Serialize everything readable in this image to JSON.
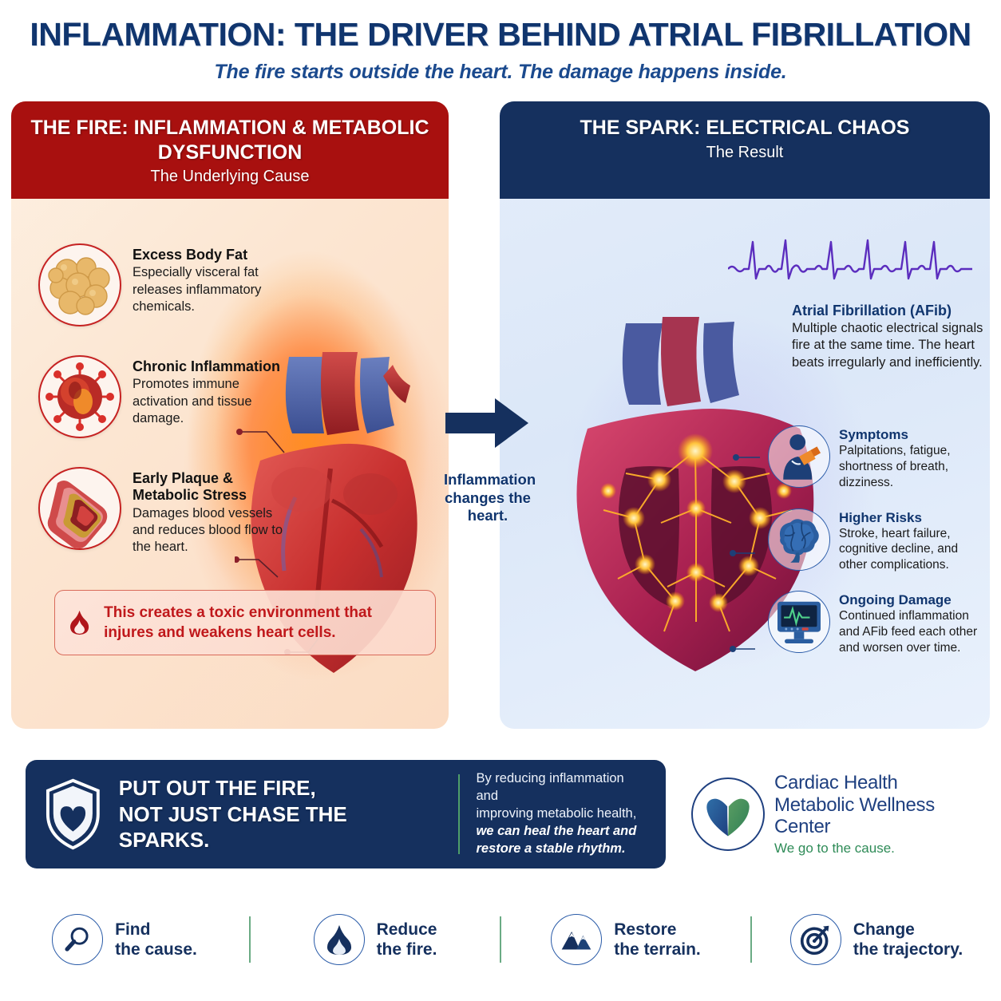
{
  "header": {
    "title": "INFLAMMATION: THE DRIVER BEHIND ATRIAL FIBRILLATION",
    "subtitle": "The fire starts outside the heart. The damage happens inside."
  },
  "colors": {
    "navy": "#15305e",
    "red": "#a8100f",
    "accent_red": "#c0181b",
    "green": "#2e8b57",
    "blue_logo": "#1f4080",
    "ecg_purple": "#5b2dbe"
  },
  "left_panel": {
    "head_title": "THE FIRE: INFLAMMATION & METABOLIC DYSFUNCTION",
    "head_subtitle": "The Underlying Cause",
    "bullets": [
      {
        "icon": "fat-cells-icon",
        "title": "Excess Body Fat",
        "body": "Especially visceral fat releases inflammatory chemicals."
      },
      {
        "icon": "inflamed-cell-icon",
        "title": "Chronic Inflammation",
        "body": "Promotes immune activation and tissue damage."
      },
      {
        "icon": "artery-plaque-icon",
        "title": "Early Plaque & Metabolic Stress",
        "body": "Damages blood vessels and reduces blood flow to the heart."
      }
    ],
    "callout": {
      "icon": "flame-icon",
      "text": "This creates a toxic environment that injures and weakens heart cells."
    },
    "art": "inflamed-heart-with-fire-glow"
  },
  "arrow": {
    "icon": "right-arrow-icon",
    "label": "Inflammation changes the heart."
  },
  "right_panel": {
    "head_title": "THE SPARK: ELECTRICAL CHAOS",
    "head_subtitle": "The Result",
    "ecg": {
      "icon": "ecg-waveform-icon",
      "label": "irregular afib rhythm strip"
    },
    "afib": {
      "title": "Atrial Fibrillation (AFib)",
      "body": "Multiple chaotic electrical signals fire at the same time. The heart beats irregularly and inefficiently."
    },
    "bullets": [
      {
        "icon": "person-chest-pain-icon",
        "title": "Symptoms",
        "body": "Palpitations, fatigue, shortness of breath, dizziness."
      },
      {
        "icon": "brain-icon",
        "title": "Higher Risks",
        "body": "Stroke, heart failure, cognitive decline, and other complications."
      },
      {
        "icon": "ecg-monitor-icon",
        "title": "Ongoing Damage",
        "body": "Continued inflammation and AFib feed each other and worsen over time."
      }
    ],
    "art": "heart-with-electrical-sparks"
  },
  "banner": {
    "icon": "shield-heart-icon",
    "headline_line1": "PUT OUT THE FIRE,",
    "headline_line2": "NOT JUST CHASE THE SPARKS.",
    "body_line1": "By reducing inflammation and",
    "body_line2": "improving metabolic health,",
    "body_em1": "we can heal the heart and",
    "body_em2": "restore a stable rhythm."
  },
  "logo": {
    "icon": "heart-leaf-logo-icon",
    "line1": "Cardiac Health",
    "line2": "Metabolic Wellness Center",
    "tagline": "We go to the cause."
  },
  "steps": [
    {
      "icon": "magnifier-icon",
      "line1": "Find",
      "line2": "the cause."
    },
    {
      "icon": "flame-icon",
      "line1": "Reduce",
      "line2": "the fire."
    },
    {
      "icon": "mountain-icon",
      "line1": "Restore",
      "line2": "the terrain."
    },
    {
      "icon": "target-arrow-icon",
      "line1": "Change",
      "line2": "the trajectory."
    }
  ]
}
